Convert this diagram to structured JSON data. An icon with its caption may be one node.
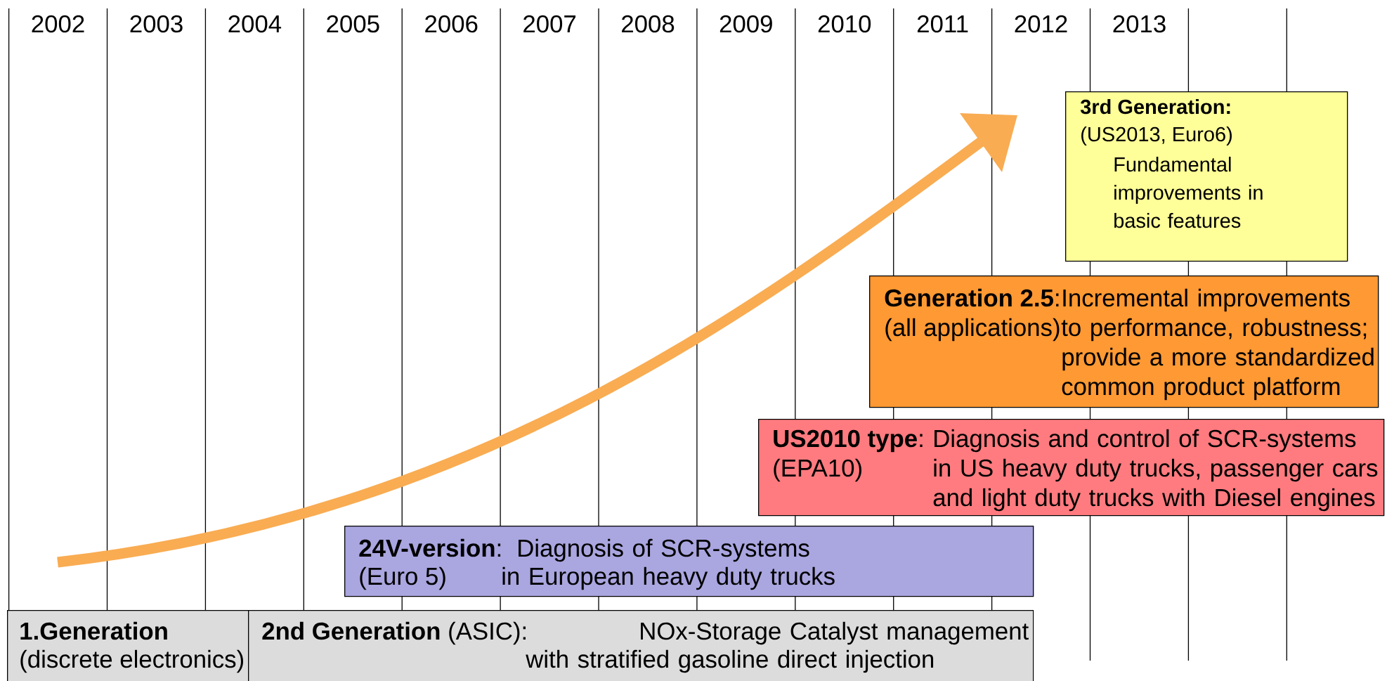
{
  "diagram": {
    "nodes": [
      {
        "text": [
          "3rd Generation:",
          "(US2013, Euro6)",
          "Fundamental improvements in basic features"
        ]
      },
      {
        "text": [
          "**Generation 2.5**:",
          "(all applications)",
          "Incremental improvements to performance, robustness; provide a more standardized common product platform"
        ]
      },
      {
        "text": [
          "**US2010 type**:",
          "(EPA10)",
          "Diagnosis and control of SCR-systems in US heavy duty trucks, passenger cars and light duty trucks with Diesel engines"
        ]
      },
      {
        "text": [
          "**24V-version**:",
          "(Euro 5)",
          "Diagnosis of SCR-systems in European heavy duty trucks"
        ]
      },
      {
        "text": [
          "1.Generation",
          "(discrete electronics)"
        ]
      },
      {
        "text": [
          "**2nd Generation** (ASIC):",
          "NOx-Storage Catalyst management with stratified gasoline direct injection"
        ]
      }
    ],
    "labels": [
      "2002",
      "2003",
      "2004",
      "2005",
      "2006",
      "2007",
      "2008",
      "2009",
      "2010",
      "2011",
      "2012",
      "2013"
    ]
  }
}
